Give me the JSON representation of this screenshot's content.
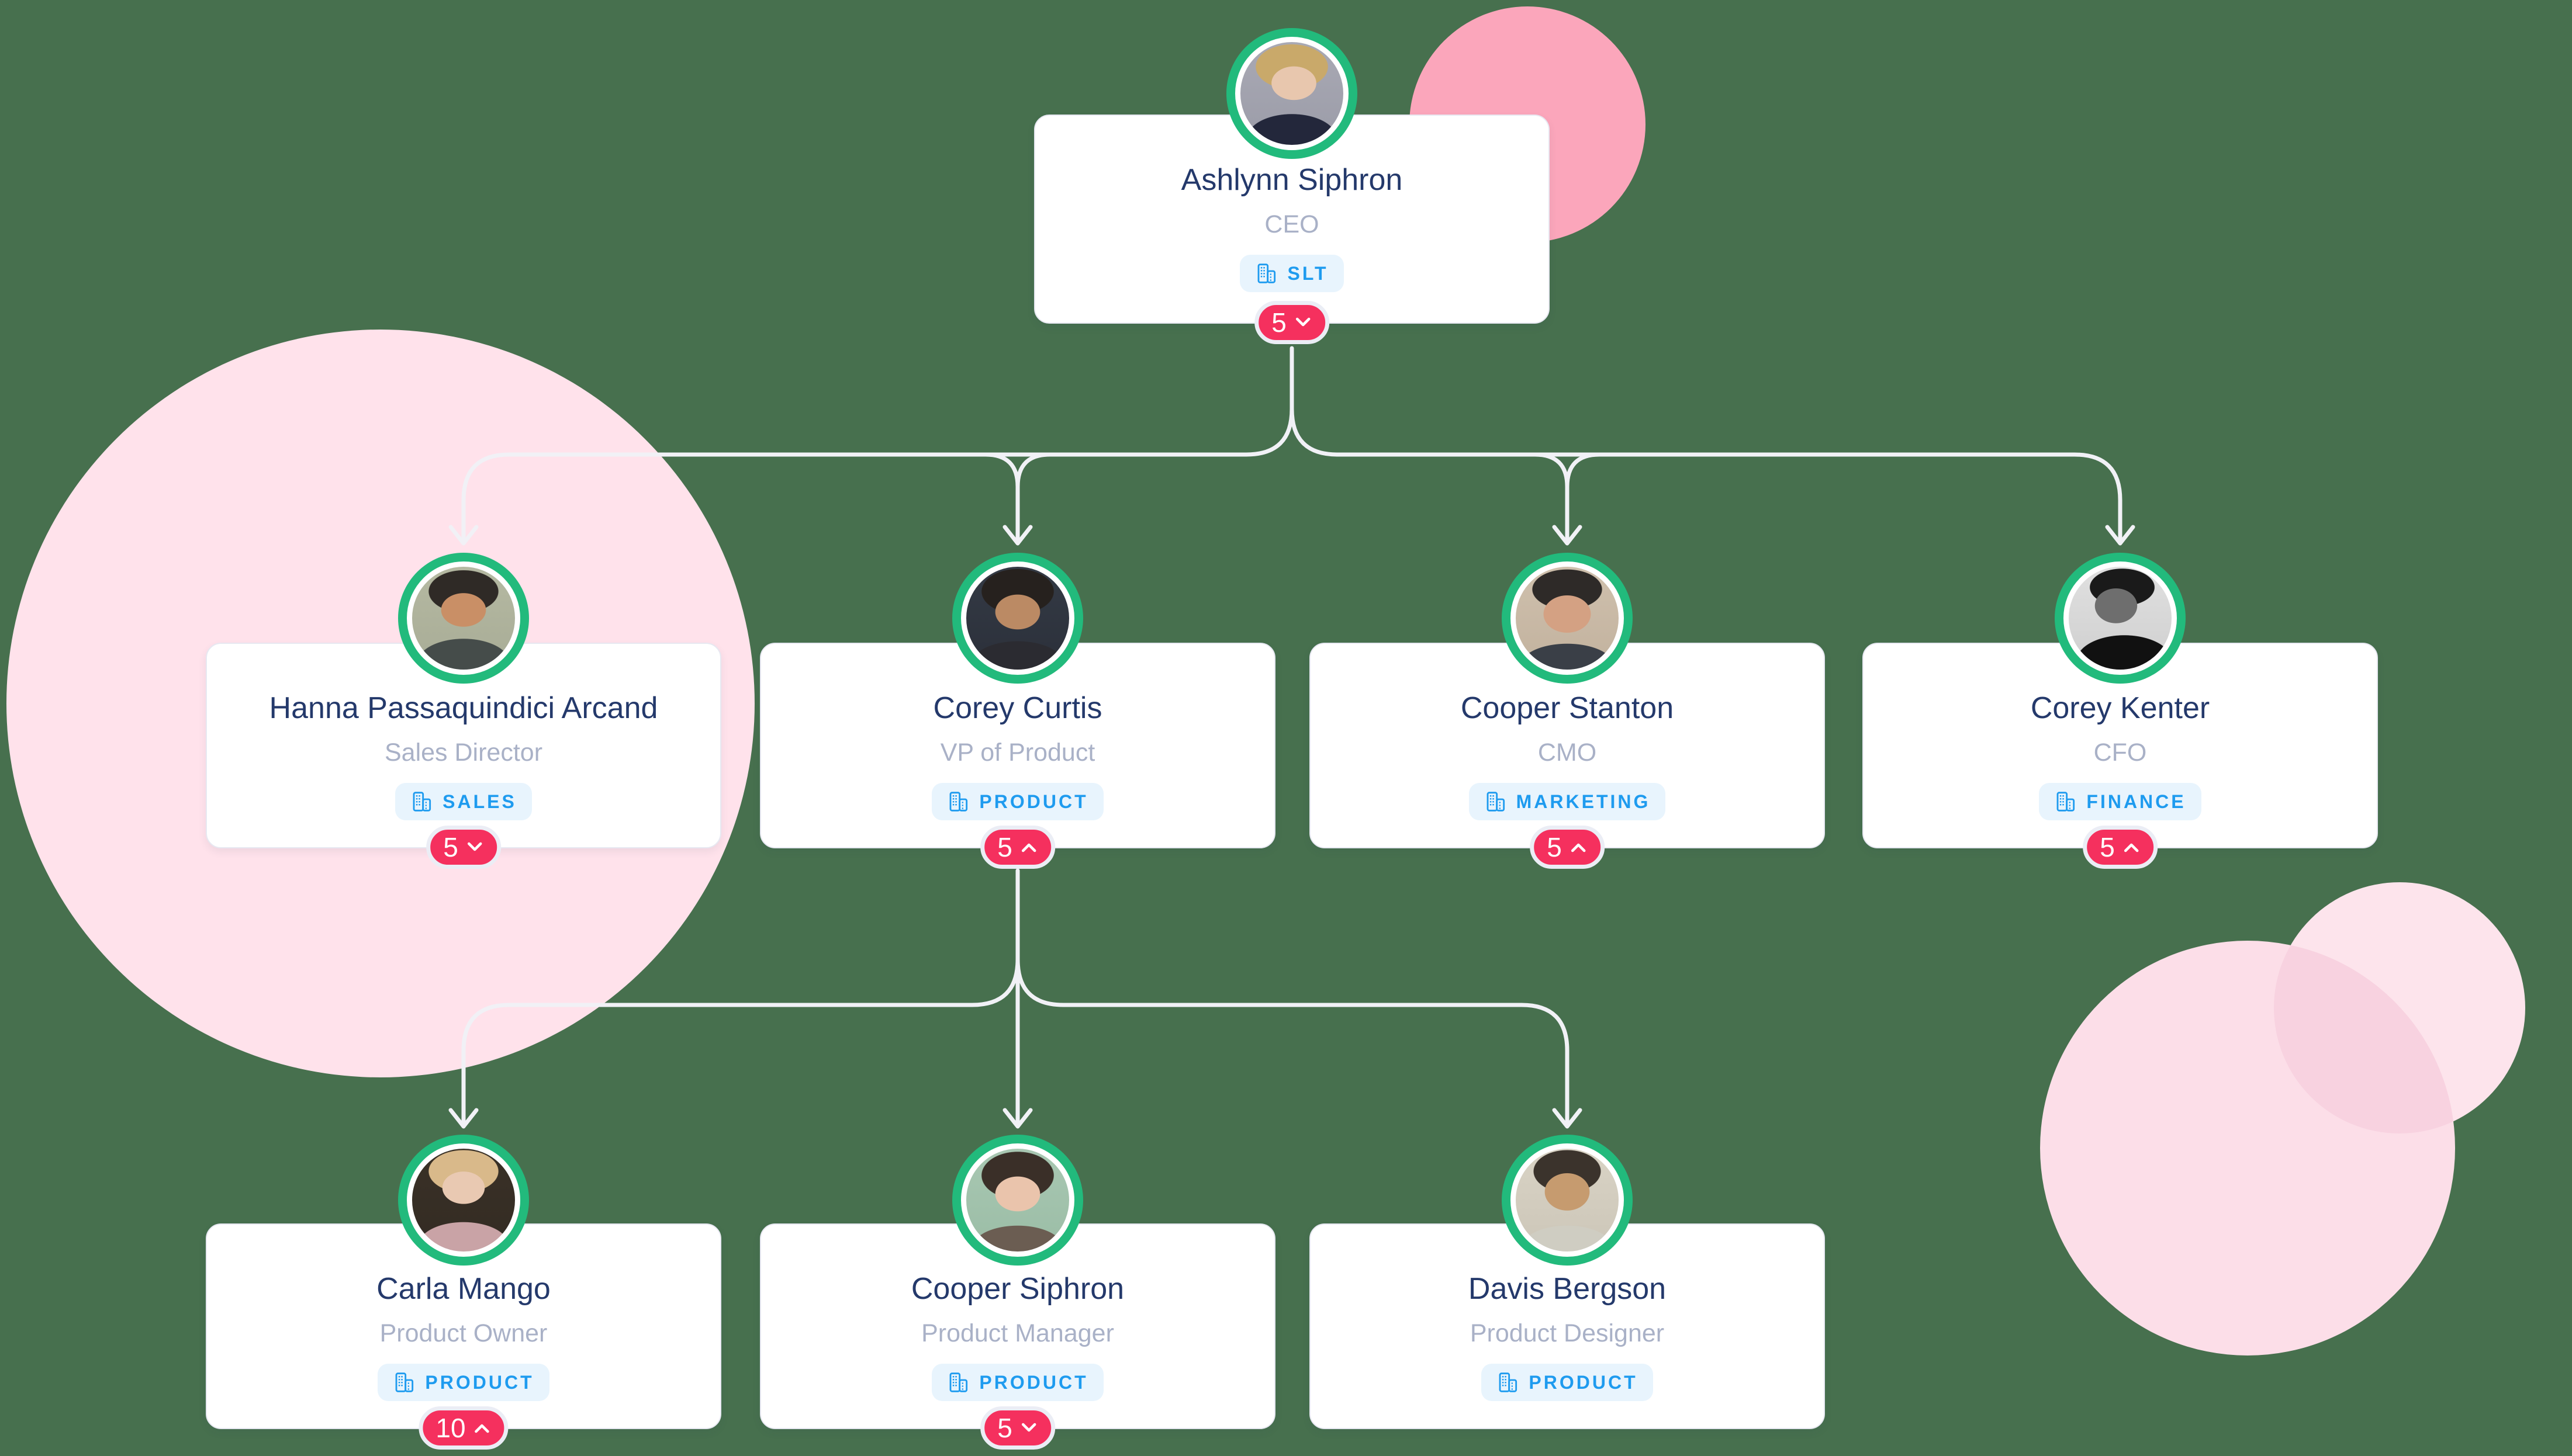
{
  "people": [
    {
      "name": "Ashlynn Siphron",
      "title": "CEO",
      "department": "SLT",
      "reports_count": "5",
      "chevron": "down"
    },
    {
      "name": "Hanna Passaquindici Arcand",
      "title": "Sales Director",
      "department": "SALES",
      "reports_count": "5",
      "chevron": "down"
    },
    {
      "name": "Corey Curtis",
      "title": "VP of Product",
      "department": "PRODUCT",
      "reports_count": "5",
      "chevron": "up"
    },
    {
      "name": "Cooper Stanton",
      "title": "CMO",
      "department": "MARKETING",
      "reports_count": "5",
      "chevron": "up"
    },
    {
      "name": "Corey Kenter",
      "title": "CFO",
      "department": "FINANCE",
      "reports_count": "5",
      "chevron": "up"
    },
    {
      "name": "Carla Mango",
      "title": "Product Owner",
      "department": "PRODUCT",
      "reports_count": "10",
      "chevron": "up"
    },
    {
      "name": "Cooper Siphron",
      "title": "Product Manager",
      "department": "PRODUCT",
      "reports_count": "5",
      "chevron": "down"
    },
    {
      "name": "Davis Bergson",
      "title": "Product Designer",
      "department": "PRODUCT",
      "reports_count": "",
      "chevron": ""
    }
  ],
  "colors": {
    "page_bg": "#47704e",
    "card_bg": "#ffffff",
    "card_border": "#e7e8f1",
    "name_text": "#24396b",
    "title_text": "#a9b1c7",
    "dept_bg": "#e8f4fd",
    "dept_text": "#1e9bef",
    "count_bg": "#f5305e",
    "count_border": "#ebedf5",
    "count_text": "#ffffff",
    "avatar_ring": "#22ba7c",
    "connector": "#f1f1f6",
    "circle_top_right": "#fba6bb",
    "circle_left": "#ffe2eb",
    "circle_bottom_large": "#fcdee8",
    "circle_bottom_small": "#fde4ec",
    "circle_overlap": "#f8d2e0"
  }
}
